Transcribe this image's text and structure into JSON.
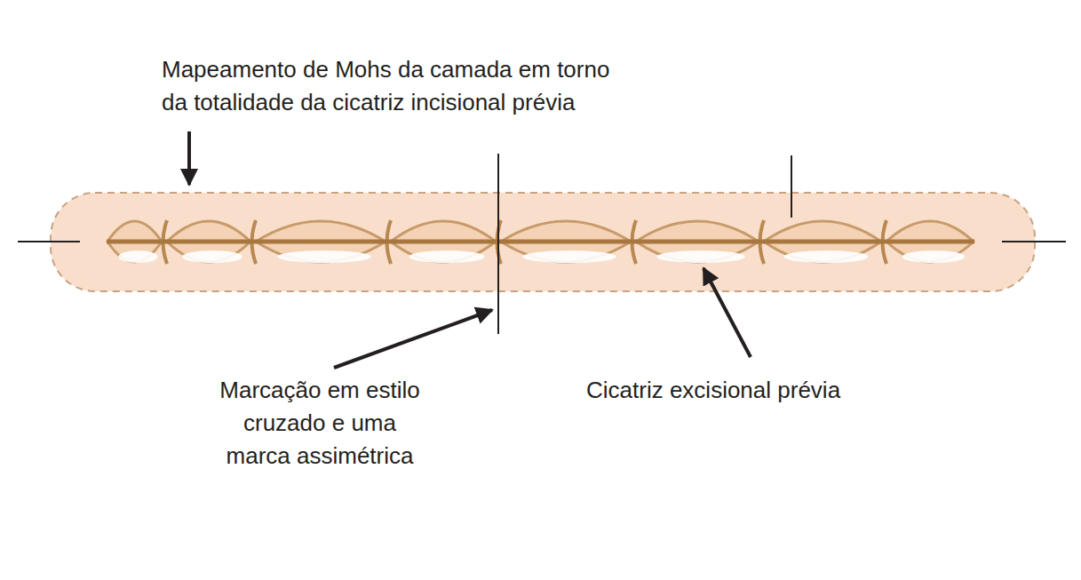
{
  "diagram": {
    "labels": [
      "Mapeamento de Mohs da camada em torno da totalidade da cicatriz incisional prévia",
      "Marcação em estilo cruzado e uma marca assimétrica",
      "Cicatriz excisional prévia"
    ]
  }
}
